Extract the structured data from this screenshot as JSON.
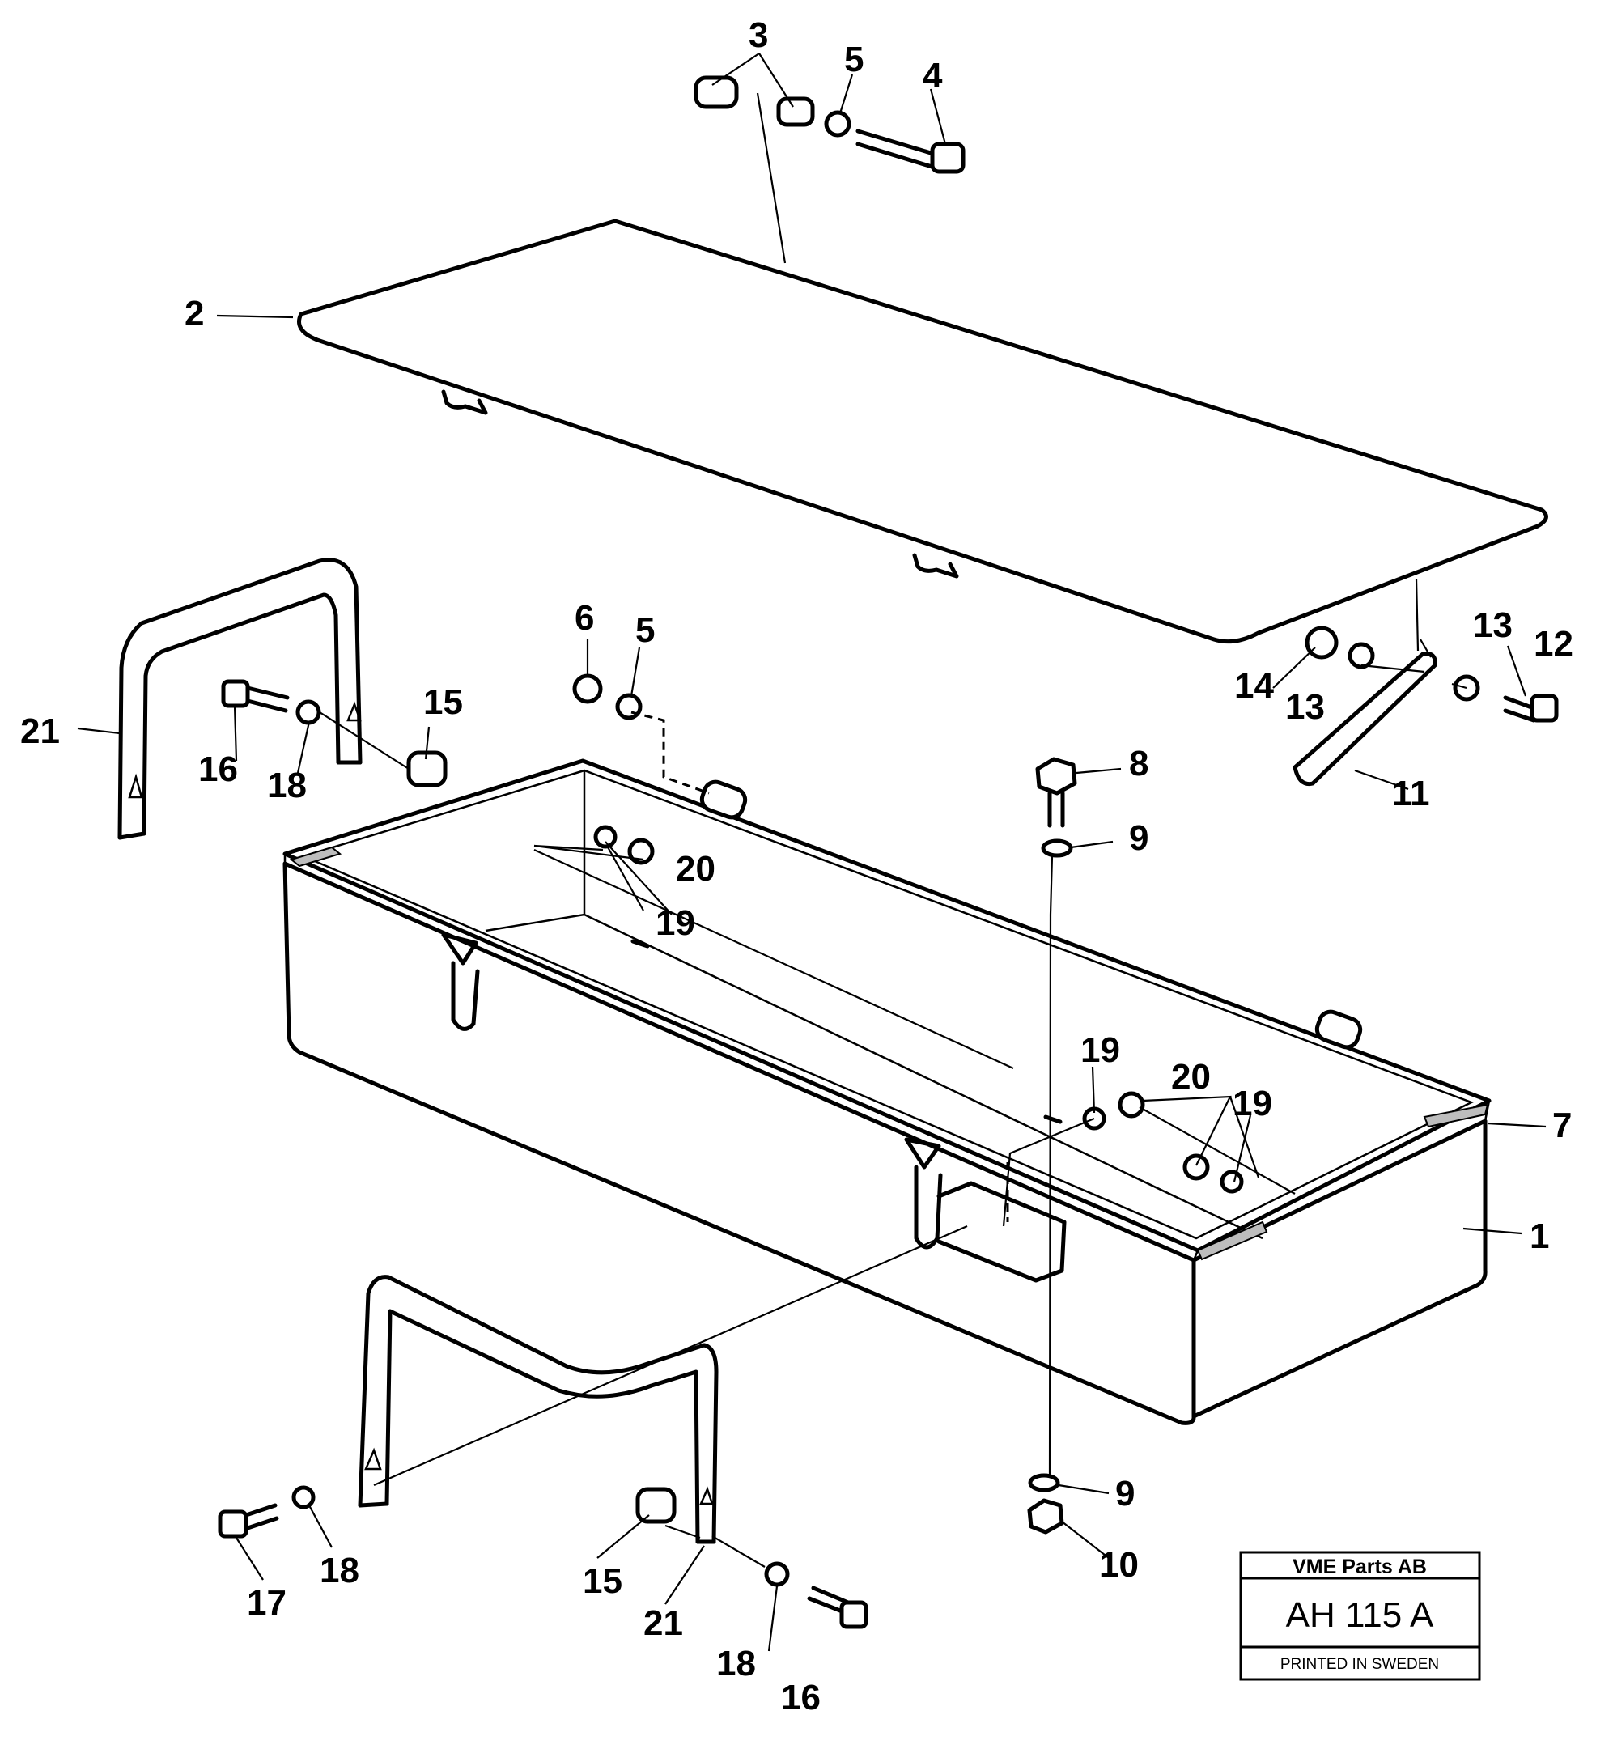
{
  "callouts": [
    {
      "id": "c3",
      "text": "3"
    },
    {
      "id": "c5a",
      "text": "5"
    },
    {
      "id": "c4",
      "text": "4"
    },
    {
      "id": "c2",
      "text": "2"
    },
    {
      "id": "c6",
      "text": "6"
    },
    {
      "id": "c5b",
      "text": "5"
    },
    {
      "id": "c15a",
      "text": "15"
    },
    {
      "id": "c21a",
      "text": "21"
    },
    {
      "id": "c16a",
      "text": "16"
    },
    {
      "id": "c18a",
      "text": "18"
    },
    {
      "id": "c13a",
      "text": "13"
    },
    {
      "id": "c12",
      "text": "12"
    },
    {
      "id": "c14",
      "text": "14"
    },
    {
      "id": "c13b",
      "text": "13"
    },
    {
      "id": "c11",
      "text": "11"
    },
    {
      "id": "c8",
      "text": "8"
    },
    {
      "id": "c9a",
      "text": "9"
    },
    {
      "id": "c20a",
      "text": "20"
    },
    {
      "id": "c19a",
      "text": "19"
    },
    {
      "id": "c19b",
      "text": "19"
    },
    {
      "id": "c20b",
      "text": "20"
    },
    {
      "id": "c19c",
      "text": "19"
    },
    {
      "id": "c7",
      "text": "7"
    },
    {
      "id": "c1",
      "text": "1"
    },
    {
      "id": "c9b",
      "text": "9"
    },
    {
      "id": "c10",
      "text": "10"
    },
    {
      "id": "c17",
      "text": "17"
    },
    {
      "id": "c18b",
      "text": "18"
    },
    {
      "id": "c15b",
      "text": "15"
    },
    {
      "id": "c21b",
      "text": "21"
    },
    {
      "id": "c18c",
      "text": "18"
    },
    {
      "id": "c16b",
      "text": "16"
    }
  ],
  "title_block": {
    "company": "VME Parts AB",
    "drawing_code": "AH 115 A",
    "footer": "PRINTED IN SWEDEN"
  }
}
